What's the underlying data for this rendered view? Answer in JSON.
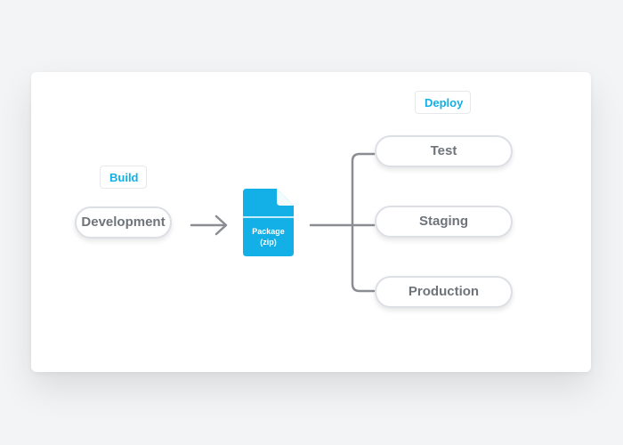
{
  "labels": {
    "build": "Build",
    "deploy": "Deploy"
  },
  "source": {
    "label": "Development"
  },
  "package": {
    "line1": "Package",
    "line2": "(zip)"
  },
  "targets": [
    {
      "label": "Test"
    },
    {
      "label": "Staging"
    },
    {
      "label": "Production"
    }
  ],
  "colors": {
    "accent": "#12b0e6",
    "line": "#8a8d92",
    "pill_border": "#dcdfe4",
    "pill_text": "#6f737a"
  },
  "icons": {
    "arrow": "right-arrow-icon",
    "package": "file-icon"
  }
}
